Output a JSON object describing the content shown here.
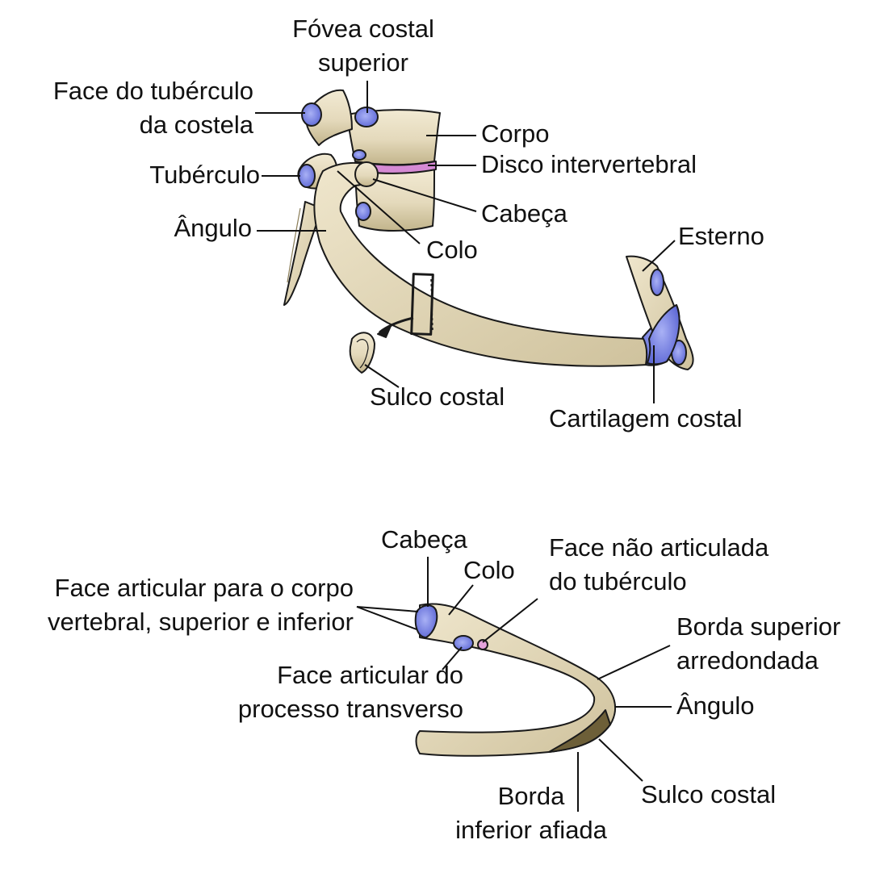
{
  "upper_figure": {
    "fovea_costal_superior": [
      "Fóvea costal",
      "superior"
    ],
    "face_tuberculo_costela": [
      "Face do tubérculo",
      "da costela"
    ],
    "corpo": "Corpo",
    "disco_intervertebral": "Disco intervertebral",
    "tuberculo": "Tubérculo",
    "cabeca": "Cabeça",
    "angulo": "Ângulo",
    "colo": "Colo",
    "esterno": "Esterno",
    "sulco_costal": "Sulco costal",
    "cartilagem_costal": "Cartilagem costal"
  },
  "lower_figure": {
    "cabeca": "Cabeça",
    "colo": "Colo",
    "face_nao_articulada": [
      "Face não articulada",
      "do tubérculo"
    ],
    "face_articular_corpo": [
      "Face articular para o corpo",
      "vertebral, superior e inferior"
    ],
    "borda_superior": [
      "Borda superior",
      "arredondada"
    ],
    "face_articular_processo": [
      "Face articular do",
      "processo transverso"
    ],
    "angulo": "Ângulo",
    "sulco_costal": "Sulco costal",
    "borda_inferior": [
      "Borda",
      "inferior afiada"
    ]
  },
  "colors": {
    "bone": "#e6dcc0",
    "bone_shadow": "#b4a67c",
    "outline": "#1a1a1a",
    "articular": "#8c96ee",
    "articular_dark": "#5c67d8",
    "disc": "#d58ad4",
    "non_articular": "#e6a3dc"
  }
}
